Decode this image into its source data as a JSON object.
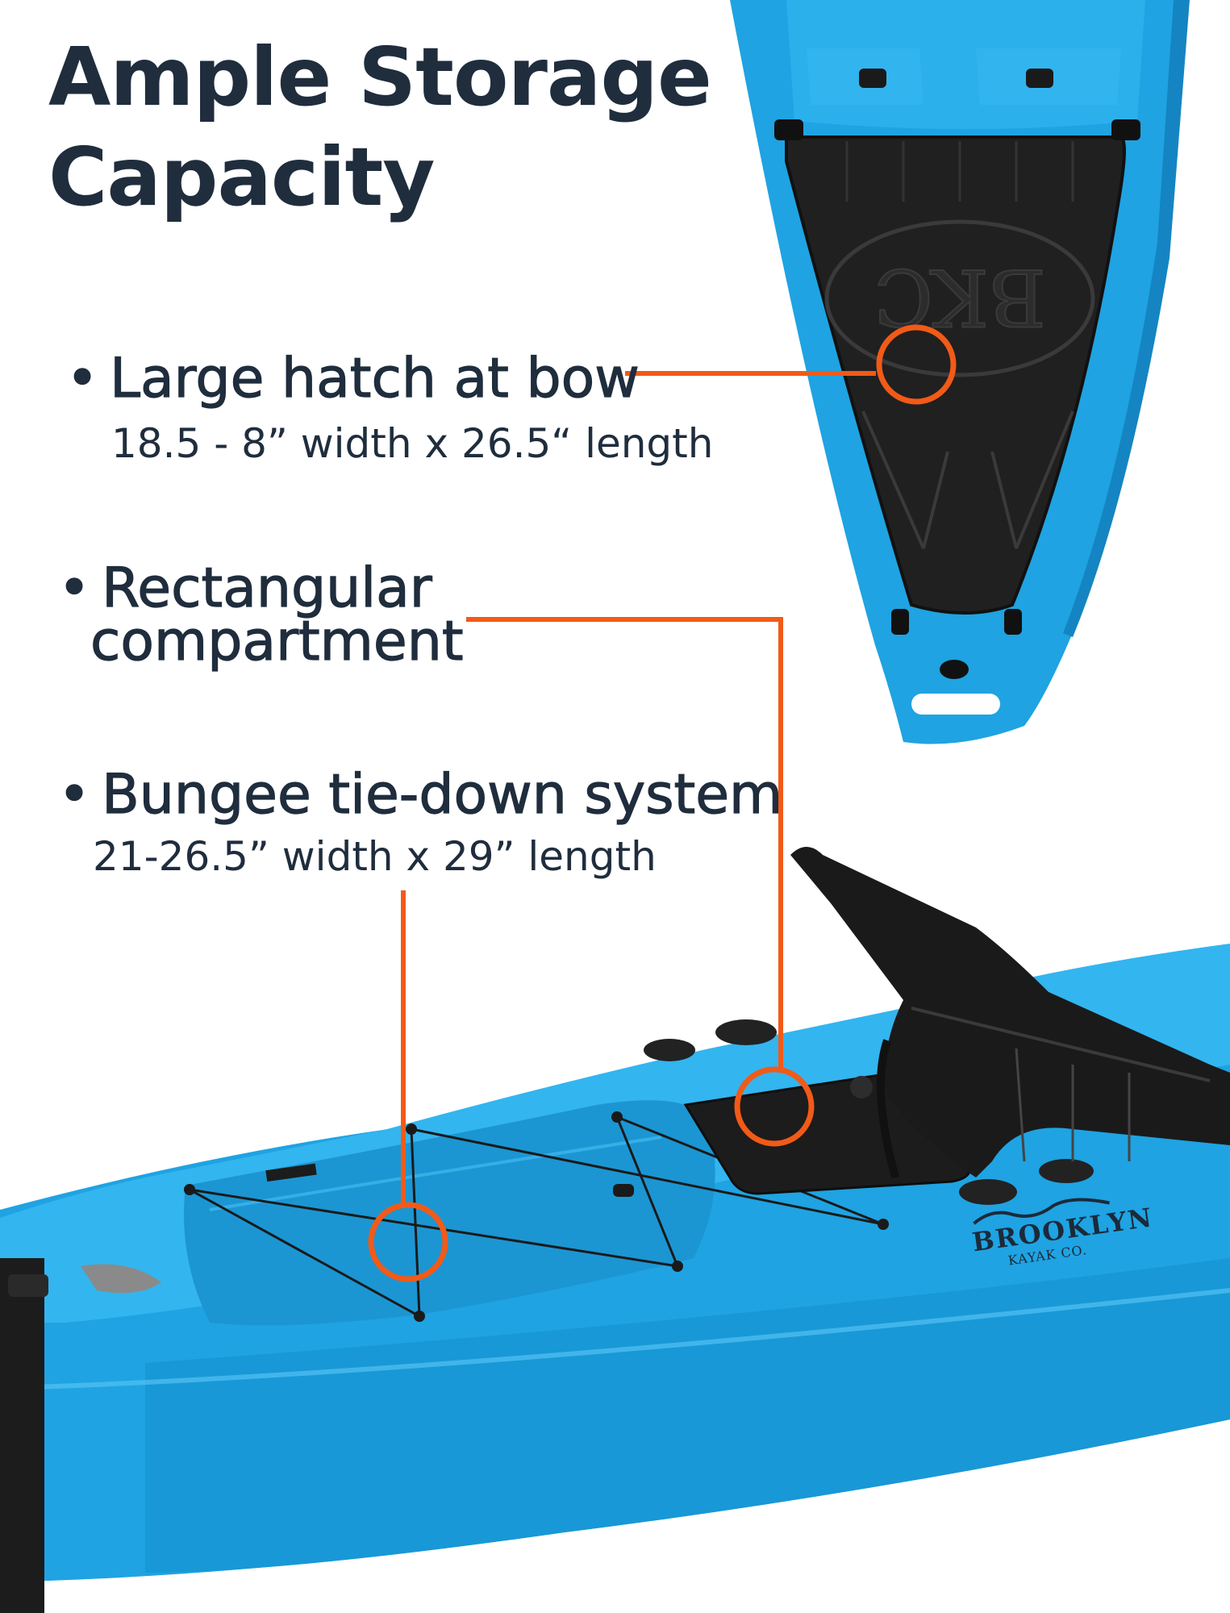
{
  "headline": {
    "line1": "Ample Storage",
    "line2": "Capacity"
  },
  "features": [
    {
      "bullet": "•",
      "title": "Large hatch at bow",
      "dims": "18.5 - 8” width x 26.5“ length"
    },
    {
      "bullet": "•",
      "title_line1": "Rectangular",
      "title_line2": "compartment"
    },
    {
      "bullet": "•",
      "title": "Bungee tie-down system",
      "dims": "21-26.5” width x 29” length"
    }
  ],
  "brand": {
    "name": "BROOKLYN",
    "sub": "KAYAK CO."
  },
  "colors": {
    "heading_text": "#1f2d3d",
    "callout_orange": "#f25a17",
    "kayak_blue": "#1fa3e2",
    "kayak_blue_dark": "#1485c2",
    "hatch_black": "#202020"
  },
  "icons": [
    "bkc-emblem",
    "seat-icon",
    "wave-logo-icon"
  ]
}
